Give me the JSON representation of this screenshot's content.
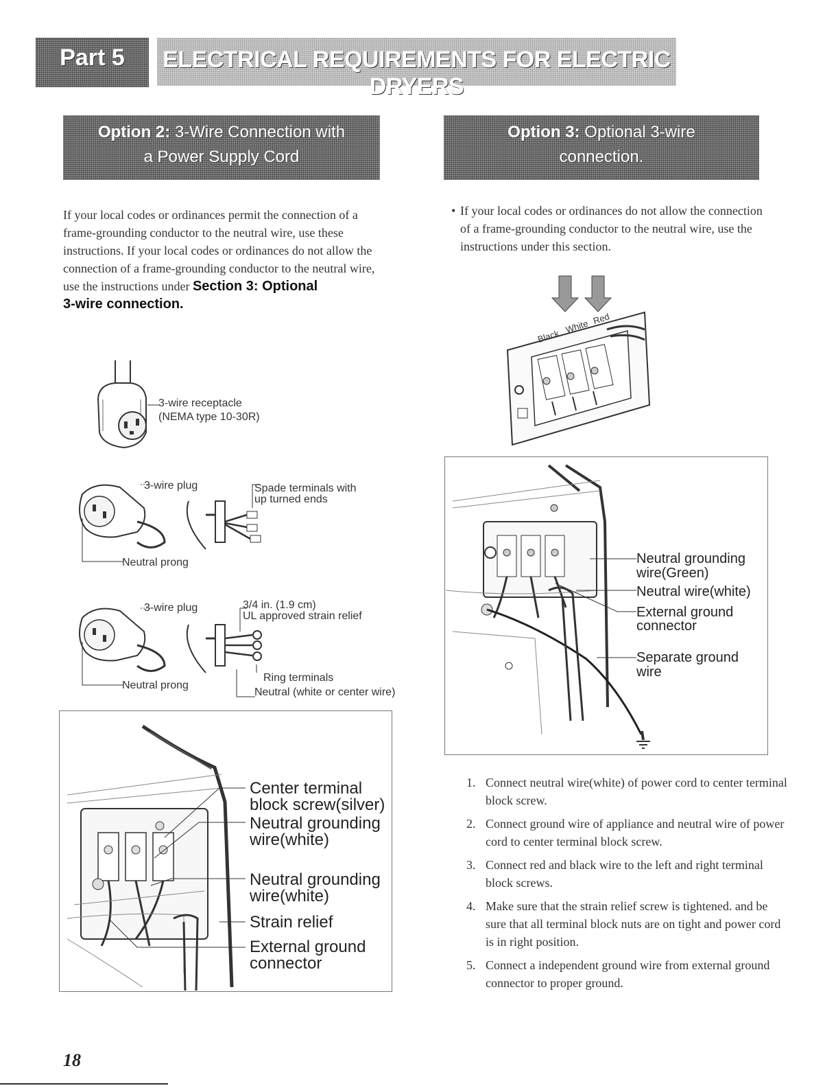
{
  "header": {
    "part": "Part 5",
    "title": "ELECTRICAL REQUIREMENTS FOR ELECTRIC DRYERS"
  },
  "option2": {
    "tag": "Option 2:",
    "title_line1": "3-Wire Connection with",
    "title_line2": "a Power Supply Cord",
    "intro": "If your local codes or ordinances permit the connection of a frame-grounding conductor to the neutral wire, use these instructions. If your local codes or ordinances do not allow the connection of a frame-grounding conductor to the neutral wire, use the instructions under",
    "intro_link_line1": "Section 3:  Optional",
    "intro_link_line2": "3-wire connection.",
    "receptacle_label1": "3-wire receptacle",
    "receptacle_label2": "(NEMA type 10-30R)",
    "plug1": {
      "plug_label": "3-wire plug",
      "terminals_label1": "Spade terminals with",
      "terminals_label2": "up turned ends",
      "prong_label": "Neutral prong"
    },
    "plug2": {
      "plug_label": "3-wire plug",
      "relief_label1": "3/4 in. (1.9 cm)",
      "relief_label2": "UL approved strain relief",
      "ring_label": "Ring terminals",
      "neutral_label": "Neutral (white or center wire)",
      "prong_label": "Neutral prong"
    },
    "panel_labels": {
      "center_terminal1": "Center terminal",
      "center_terminal2": "block screw(silver)",
      "neutral_ground_a1": "Neutral grounding",
      "neutral_ground_a2": "wire(white)",
      "neutral_ground_b1": "Neutral grounding",
      "neutral_ground_b2": "wire(white)",
      "strain_relief": "Strain relief",
      "external_ground1": "External ground",
      "external_ground2": "connector"
    }
  },
  "option3": {
    "tag": "Option 3:",
    "title_line1": "Optional 3-wire",
    "title_line2": "connection.",
    "intro": "If your local codes or ordinances do not allow the connection of a frame-grounding conductor to the neutral wire, use the instructions under this section.",
    "wire_colors": [
      "Black",
      "White",
      "Red"
    ],
    "panel_labels": {
      "neutral_ground1": "Neutral grounding",
      "neutral_ground2": "wire(Green)",
      "neutral_wire": "Neutral wire(white)",
      "external_ground1": "External ground",
      "external_ground2": "connector",
      "separate_ground1": "Separate ground",
      "separate_ground2": "wire"
    },
    "steps": [
      {
        "num": "1.",
        "text": "Connect neutral wire(white) of power cord to center terminal block screw."
      },
      {
        "num": "2.",
        "text": "Connect ground wire of appliance and neutral wire of power cord to center terminal block screw."
      },
      {
        "num": "3.",
        "text": "Connect red and black wire to the left and right terminal block screws."
      },
      {
        "num": "4.",
        "text": "Make sure that the strain relief screw is tightened. and be sure that all terminal block nuts are on tight and power cord is in right position."
      },
      {
        "num": "5.",
        "text": "Connect a independent ground wire from external ground connector to proper ground."
      }
    ]
  },
  "footer": {
    "page_number": "18"
  },
  "colors": {
    "header_fill": "#8c8c8c",
    "text": "#333333"
  }
}
